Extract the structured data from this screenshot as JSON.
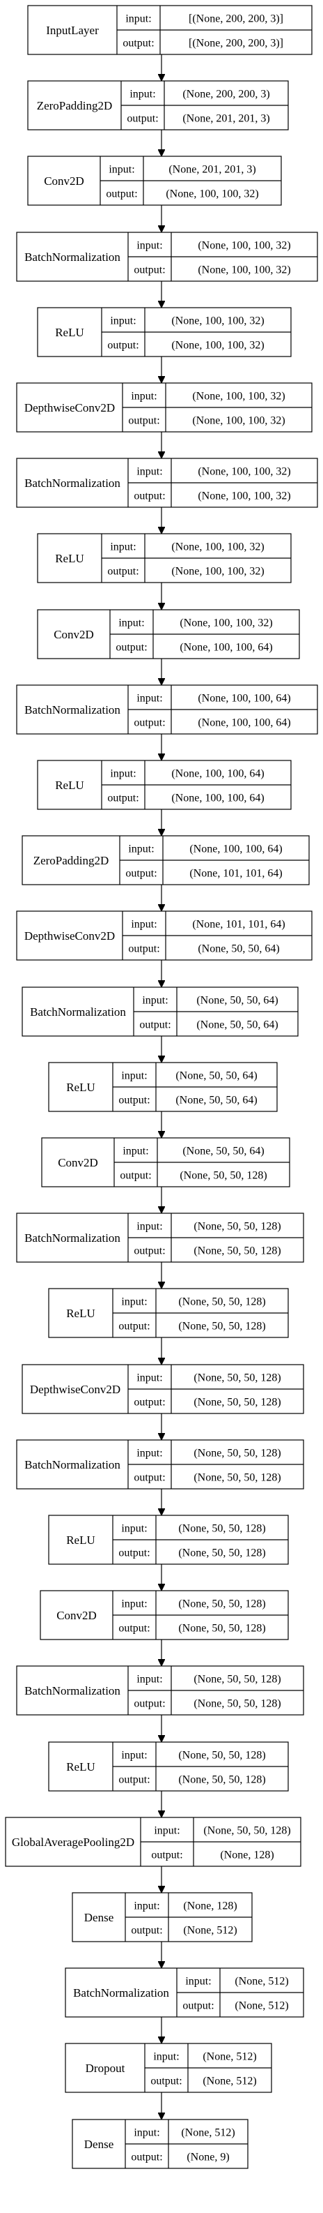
{
  "colors": {
    "background": "#ffffff",
    "stroke": "#000000",
    "text": "#000000"
  },
  "labels": {
    "input": "input:",
    "output": "output:"
  },
  "layers": [
    {
      "name": "InputLayer",
      "input": "[(None, 200, 200, 3)]",
      "output": "[(None, 200, 200, 3)]"
    },
    {
      "name": "ZeroPadding2D",
      "input": "(None, 200, 200, 3)",
      "output": "(None, 201, 201, 3)"
    },
    {
      "name": "Conv2D",
      "input": "(None, 201, 201, 3)",
      "output": "(None, 100, 100, 32)"
    },
    {
      "name": "BatchNormalization",
      "input": "(None, 100, 100, 32)",
      "output": "(None, 100, 100, 32)"
    },
    {
      "name": "ReLU",
      "input": "(None, 100, 100, 32)",
      "output": "(None, 100, 100, 32)"
    },
    {
      "name": "DepthwiseConv2D",
      "input": "(None, 100, 100, 32)",
      "output": "(None, 100, 100, 32)"
    },
    {
      "name": "BatchNormalization",
      "input": "(None, 100, 100, 32)",
      "output": "(None, 100, 100, 32)"
    },
    {
      "name": "ReLU",
      "input": "(None, 100, 100, 32)",
      "output": "(None, 100, 100, 32)"
    },
    {
      "name": "Conv2D",
      "input": "(None, 100, 100, 32)",
      "output": "(None, 100, 100, 64)"
    },
    {
      "name": "BatchNormalization",
      "input": "(None, 100, 100, 64)",
      "output": "(None, 100, 100, 64)"
    },
    {
      "name": "ReLU",
      "input": "(None, 100, 100, 64)",
      "output": "(None, 100, 100, 64)"
    },
    {
      "name": "ZeroPadding2D",
      "input": "(None, 100, 100, 64)",
      "output": "(None, 101, 101, 64)"
    },
    {
      "name": "DepthwiseConv2D",
      "input": "(None, 101, 101, 64)",
      "output": "(None, 50, 50, 64)"
    },
    {
      "name": "BatchNormalization",
      "input": "(None, 50, 50, 64)",
      "output": "(None, 50, 50, 64)"
    },
    {
      "name": "ReLU",
      "input": "(None, 50, 50, 64)",
      "output": "(None, 50, 50, 64)"
    },
    {
      "name": "Conv2D",
      "input": "(None, 50, 50, 64)",
      "output": "(None, 50, 50, 128)"
    },
    {
      "name": "BatchNormalization",
      "input": "(None, 50, 50, 128)",
      "output": "(None, 50, 50, 128)"
    },
    {
      "name": "ReLU",
      "input": "(None, 50, 50, 128)",
      "output": "(None, 50, 50, 128)"
    },
    {
      "name": "DepthwiseConv2D",
      "input": "(None, 50, 50, 128)",
      "output": "(None, 50, 50, 128)"
    },
    {
      "name": "BatchNormalization",
      "input": "(None, 50, 50, 128)",
      "output": "(None, 50, 50, 128)"
    },
    {
      "name": "ReLU",
      "input": "(None, 50, 50, 128)",
      "output": "(None, 50, 50, 128)"
    },
    {
      "name": "Conv2D",
      "input": "(None, 50, 50, 128)",
      "output": "(None, 50, 50, 128)"
    },
    {
      "name": "BatchNormalization",
      "input": "(None, 50, 50, 128)",
      "output": "(None, 50, 50, 128)"
    },
    {
      "name": "ReLU",
      "input": "(None, 50, 50, 128)",
      "output": "(None, 50, 50, 128)"
    },
    {
      "name": "GlobalAveragePooling2D",
      "input": "(None, 50, 50, 128)",
      "output": "(None, 128)"
    },
    {
      "name": "Dense",
      "input": "(None, 128)",
      "output": "(None, 512)"
    },
    {
      "name": "BatchNormalization",
      "input": "(None, 512)",
      "output": "(None, 512)"
    },
    {
      "name": "Dropout",
      "input": "(None, 512)",
      "output": "(None, 512)"
    },
    {
      "name": "Dense",
      "input": "(None, 512)",
      "output": "(None, 9)"
    }
  ]
}
